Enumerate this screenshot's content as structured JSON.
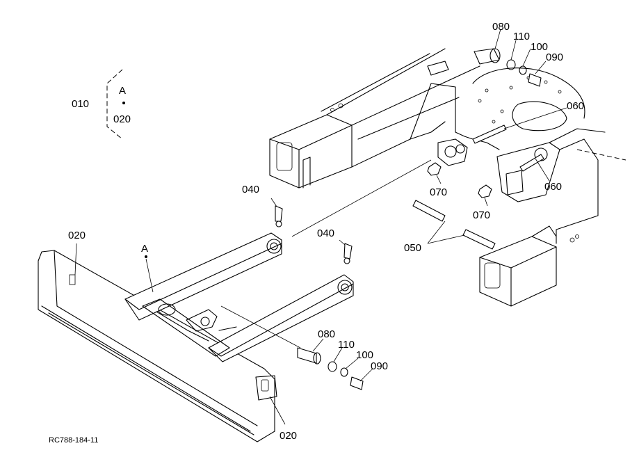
{
  "drawing_code": "RC788-184-11",
  "callouts": {
    "p010": "010",
    "pA_key": "A",
    "p020_key": "020",
    "p020_left": "020",
    "pA_frame": "A",
    "p040_a": "040",
    "p040_b": "040",
    "p080_top": "080",
    "p110_top": "110",
    "p100_top": "100",
    "p090_top": "090",
    "p060_top": "060",
    "p060_mid": "060",
    "p070_a": "070",
    "p070_b": "070",
    "p050": "050",
    "p080_bot": "080",
    "p110_bot": "110",
    "p100_bot": "100",
    "p090_bot": "090",
    "p020_bottom": "020"
  }
}
